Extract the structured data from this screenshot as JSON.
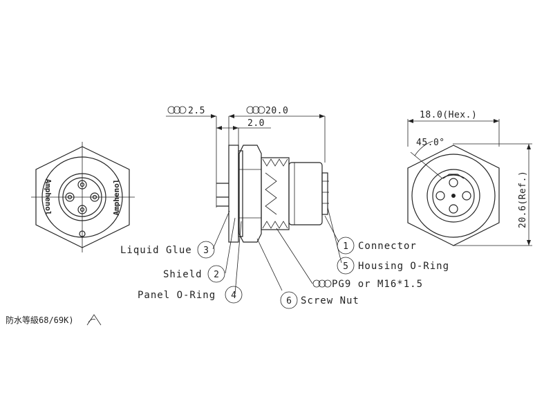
{
  "brand_text": "Amphenol",
  "dimensions": {
    "flange_thickness": "2.5",
    "body_length": "20.0",
    "shield_gap": "2.0",
    "hex_width": "18.0(Hex.)",
    "corner_angle": "45.0°",
    "height": "20.6(Ref.)",
    "thread": "PG9 or M16*1.5"
  },
  "callouts": [
    {
      "number": "1",
      "label": "Connector"
    },
    {
      "number": "2",
      "label": "Shield"
    },
    {
      "number": "3",
      "label": "Liquid Glue"
    },
    {
      "number": "4",
      "label": "Panel O-Ring"
    },
    {
      "number": "5",
      "label": "Housing O-Ring"
    },
    {
      "number": "6",
      "label": "Screw Nut"
    }
  ],
  "footer_note": "防水等級68/69K)"
}
